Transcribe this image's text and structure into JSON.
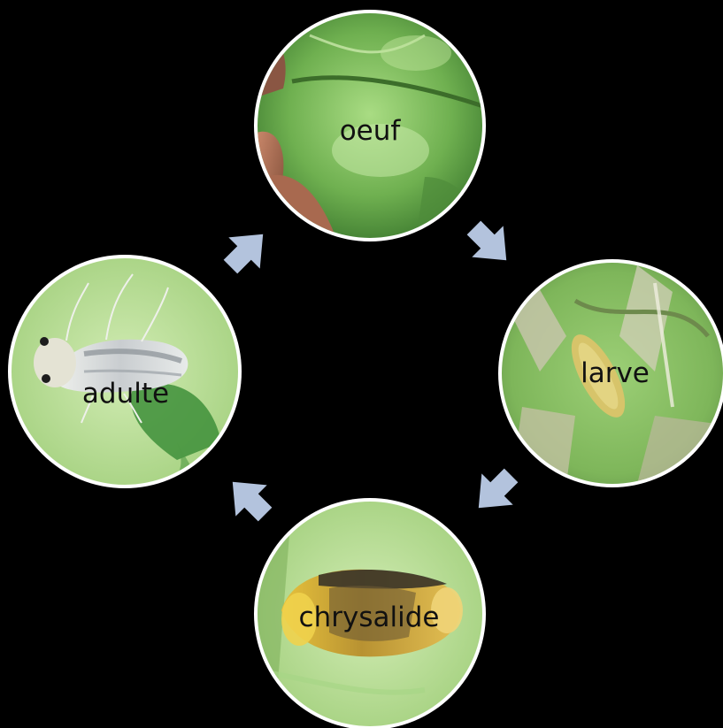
{
  "diagram": {
    "type": "cycle",
    "stages": [
      {
        "id": "oeuf",
        "label": "oeuf"
      },
      {
        "id": "larve",
        "label": "larve"
      },
      {
        "id": "chrysalide",
        "label": "chrysalide"
      },
      {
        "id": "adulte",
        "label": "adulte"
      }
    ],
    "arrow_direction": "clockwise",
    "colors": {
      "background": "#000000",
      "arrow": "#b3c3dd",
      "circle_border": "#ffffff",
      "label_text": "#111111"
    }
  }
}
